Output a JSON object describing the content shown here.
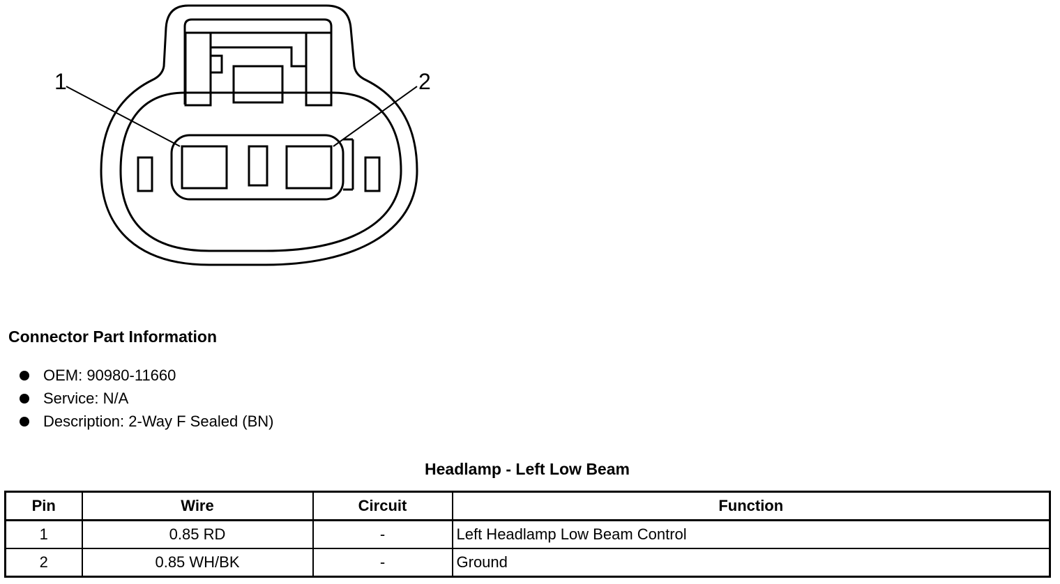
{
  "figure": {
    "pin_labels": [
      "1",
      "2"
    ],
    "icon": "two-way-connector-face-icon"
  },
  "connector_info": {
    "heading": "Connector Part Information",
    "items": [
      "OEM: 90980-11660",
      "Service: N/A",
      "Description: 2-Way F Sealed (BN)"
    ]
  },
  "pin_table": {
    "title": "Headlamp - Left Low Beam",
    "headers": [
      "Pin",
      "Wire",
      "Circuit",
      "Function"
    ],
    "rows": [
      {
        "pin": "1",
        "wire": "0.85 RD",
        "circuit": "-",
        "function": "Left Headlamp Low Beam Control"
      },
      {
        "pin": "2",
        "wire": "0.85 WH/BK",
        "circuit": "-",
        "function": "Ground"
      }
    ]
  }
}
